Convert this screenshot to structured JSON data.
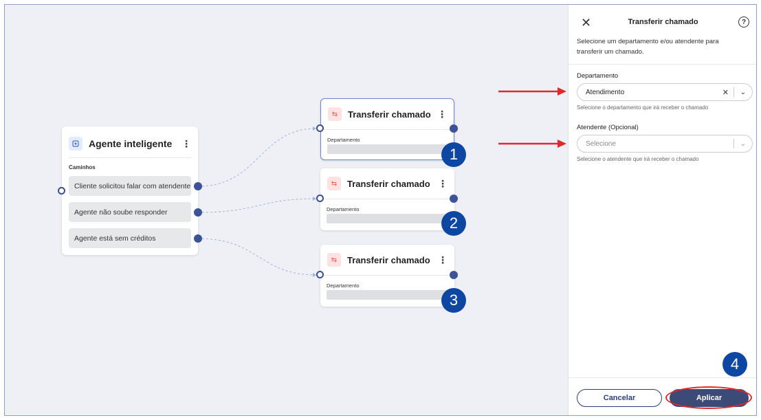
{
  "colors": {
    "canvas_bg": "#eef0f5",
    "port": "#3c5397",
    "badge": "#0d47a1",
    "annotation_red": "#e02a2a",
    "apply_button": "#3c4a78"
  },
  "agent_node": {
    "icon": "brain-chip-icon",
    "title": "Agente inteligente",
    "section_label": "Caminhos",
    "paths": [
      "Cliente solicitou falar com atendente",
      "Agente não soube responder",
      "Agente está sem créditos"
    ]
  },
  "transfer_nodes": [
    {
      "title": "Transferir chamado",
      "field_label": "Departamento",
      "badge": "1",
      "icon": "transfer-arrows-icon"
    },
    {
      "title": "Transferir chamado",
      "field_label": "Departamento",
      "badge": "2",
      "icon": "transfer-arrows-icon"
    },
    {
      "title": "Transferir chamado",
      "field_label": "Departamento",
      "badge": "3",
      "icon": "transfer-arrows-icon"
    }
  ],
  "panel": {
    "title": "Transferir chamado",
    "description": "Selecione um departamento e/ou atendente para transferir um chamado.",
    "department": {
      "label": "Departamento",
      "value": "Atendimento",
      "hint": "Selecione o departamento que irá receber o chamado"
    },
    "attendant": {
      "label": "Atendente (Opcional)",
      "placeholder": "Selecione",
      "hint": "Selecione o atendente que irá receber o chamado"
    },
    "cancel_label": "Cancelar",
    "apply_label": "Aplicar",
    "apply_badge": "4"
  }
}
